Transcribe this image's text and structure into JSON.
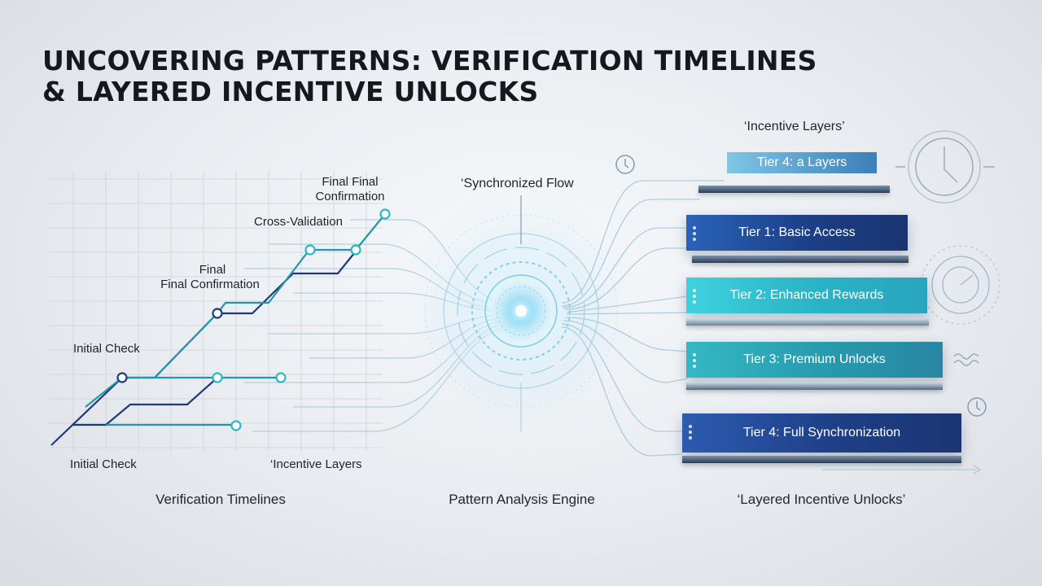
{
  "title": {
    "line1": "UNCOVERING PATTERNS: VERIFICATION TIMELINES",
    "line2": "& LAYERED INCENTIVE UNLOCKS"
  },
  "timeline": {
    "label_final_final_1": "Final Final",
    "label_final_final_2": "Confirmation",
    "label_cross_validation": "Cross-Validation",
    "label_final_1": "Final",
    "label_final_2": "Final Confirmation",
    "label_initial_check_top": "Initial Check",
    "label_initial_check_bottom": "Initial Check",
    "label_incentive_layers": "‘Incentive Layers",
    "section_label": "Verification Timelines"
  },
  "engine": {
    "top_label": "‘Synchronized Flow",
    "section_label": "Pattern Analysis Engine"
  },
  "tiers": {
    "header": "‘Incentive Layers’",
    "top_tier": "Tier 4: a Layers",
    "tier1": "Tier 1: Basic Access",
    "tier2": "Tier 2: Enhanced Rewards",
    "tier3": "Tier 3: Premium Unlocks",
    "tier4": "Tier 4: Full Synchronization",
    "section_label": "‘Layered Incentive Unlocks’"
  },
  "colors": {
    "navy": "#1d3b78",
    "teal": "#2bb6c4",
    "cyan": "#5fd3e0",
    "glow": "#8fe3ff"
  },
  "icons": [
    "clock-icon",
    "clock-icon",
    "gauge-icon",
    "wave-icon",
    "clock-icon"
  ]
}
